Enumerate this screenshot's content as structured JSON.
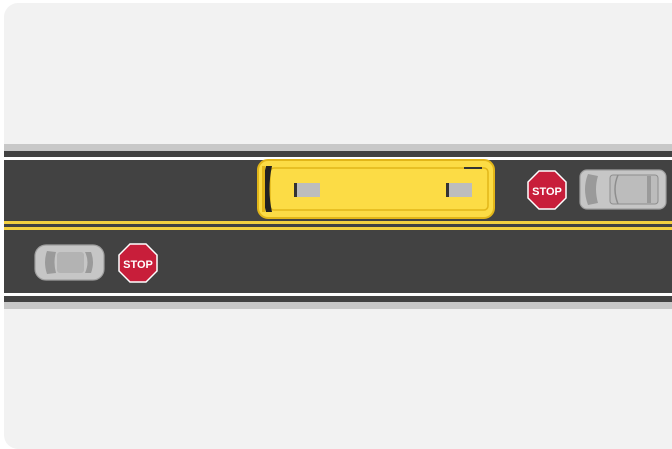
{
  "scene": {
    "description_type": "overhead road diagram",
    "colors": {
      "background": "#f2f2f2",
      "curb": "#c8c8c8",
      "road": "#424242",
      "edge_line": "#ffffff",
      "center_line": "#f4d03f",
      "bus_body": "#fcdc45",
      "bus_outline": "#e2b619",
      "stop_sign": "#c81e3a",
      "car": "#c6c6c6"
    }
  },
  "signs": {
    "upper": {
      "label": "STOP"
    },
    "lower": {
      "label": "STOP"
    }
  },
  "vehicles": {
    "bus": {
      "icon": "school-bus-icon"
    },
    "upper_car": {
      "icon": "car-icon"
    },
    "lower_car": {
      "icon": "car-icon"
    }
  }
}
